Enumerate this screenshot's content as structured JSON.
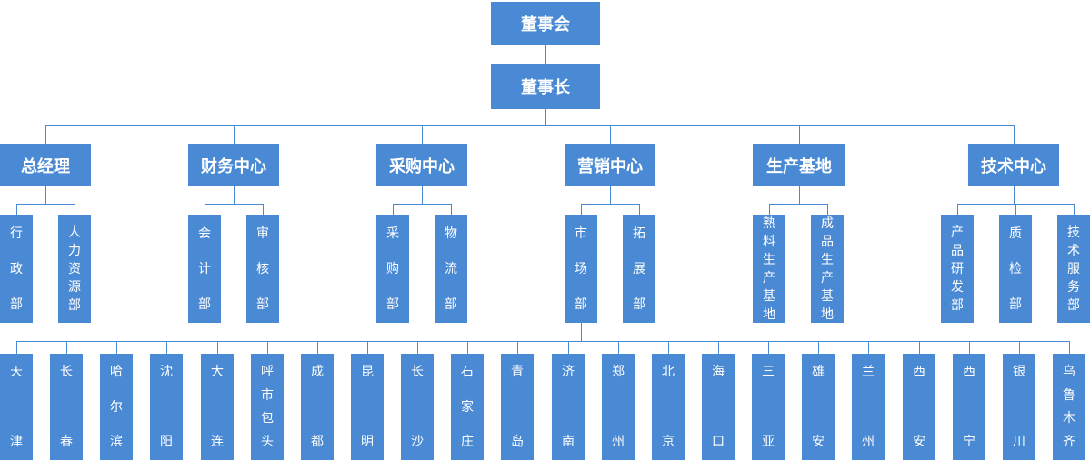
{
  "org": {
    "board": "董事会",
    "chairman": "董事长",
    "centers": [
      {
        "name": "总经理",
        "departments": [
          "行政部",
          "人力资源部"
        ]
      },
      {
        "name": "财务中心",
        "departments": [
          "会计部",
          "审核部"
        ]
      },
      {
        "name": "采购中心",
        "departments": [
          "采购部",
          "物流部"
        ]
      },
      {
        "name": "营销中心",
        "departments": [
          "市场部",
          "拓展部"
        ]
      },
      {
        "name": "生产基地",
        "departments": [
          "熟料生产基地",
          "成品生产基地"
        ]
      },
      {
        "name": "技术中心",
        "departments": [
          "产品研发部",
          "质检部",
          "技术服务部"
        ]
      }
    ],
    "branches": [
      "天津",
      "长春",
      "哈尔滨",
      "沈阳",
      "大连",
      "呼市包头",
      "成都",
      "昆明",
      "长沙",
      "石家庄",
      "青岛",
      "济南",
      "郑州",
      "北京",
      "海口",
      "三亚",
      "雄安",
      "兰州",
      "西安",
      "西宁",
      "银川",
      "乌鲁木齐"
    ]
  },
  "style": {
    "box_color": "#4a89d3",
    "line_color": "#4a89d3"
  }
}
